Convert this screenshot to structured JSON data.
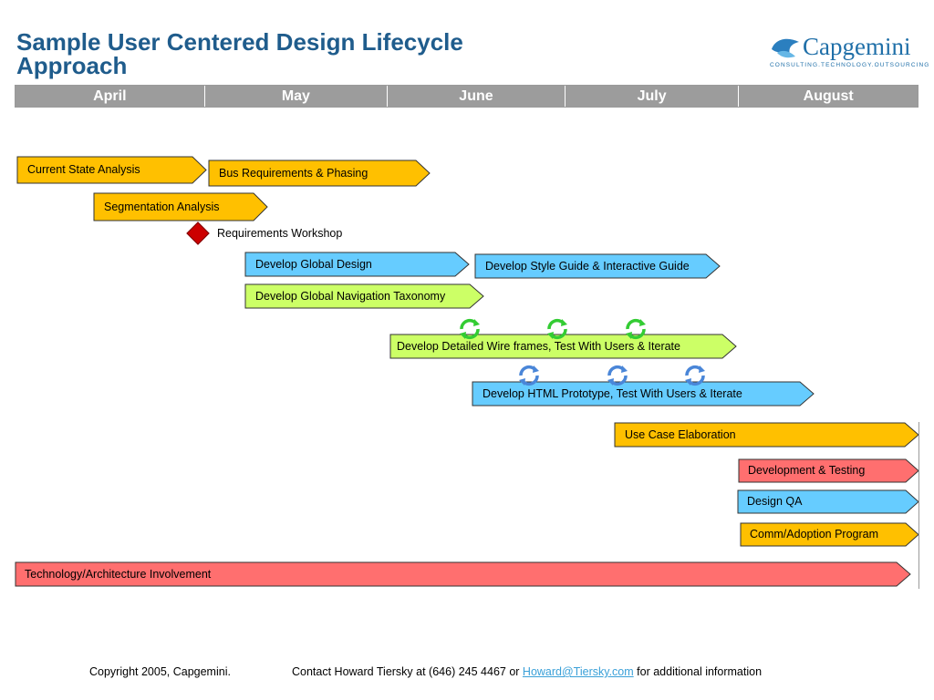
{
  "title": "Sample User Centered Design Lifecycle Approach",
  "logo": {
    "name": "Capgemini",
    "tagline": "CONSULTING.TECHNOLOGY.OUTSOURCING"
  },
  "months": [
    "April",
    "May",
    "June",
    "July",
    "August"
  ],
  "colors": {
    "yellow": "#ffc000",
    "blue": "#66ccff",
    "green": "#ccff66",
    "red": "#ff6f6f",
    "header": "#9c9c9c"
  },
  "tasks": [
    {
      "label": "Current State Analysis",
      "color": "yellow"
    },
    {
      "label": "Bus Requirements & Phasing",
      "color": "yellow"
    },
    {
      "label": "Segmentation Analysis",
      "color": "yellow"
    },
    {
      "label": "Develop Global Design",
      "color": "blue"
    },
    {
      "label": "Develop Style Guide & Interactive Guide",
      "color": "blue"
    },
    {
      "label": "Develop Global Navigation Taxonomy",
      "color": "green"
    },
    {
      "label": "Develop Detailed Wire frames, Test With Users & Iterate",
      "color": "green"
    },
    {
      "label": "Develop HTML Prototype, Test With Users & Iterate",
      "color": "blue"
    },
    {
      "label": "Use Case Elaboration",
      "color": "yellow"
    },
    {
      "label": "Development & Testing",
      "color": "red"
    },
    {
      "label": "Design QA",
      "color": "blue"
    },
    {
      "label": "Comm/Adoption Program",
      "color": "yellow"
    },
    {
      "label": "Technology/Architecture Involvement",
      "color": "red"
    }
  ],
  "milestone": {
    "label": "Requirements Workshop",
    "color": "#cc0000"
  },
  "iteration_icons": {
    "green_count": 3,
    "blue_count": 3
  },
  "footer": {
    "copyright": "Copyright 2005, Capgemini.",
    "contact": "Contact Howard Tiersky at (646) 245 4467 or",
    "email": "Howard@Tiersky.com",
    "suffix": "for additional information"
  }
}
